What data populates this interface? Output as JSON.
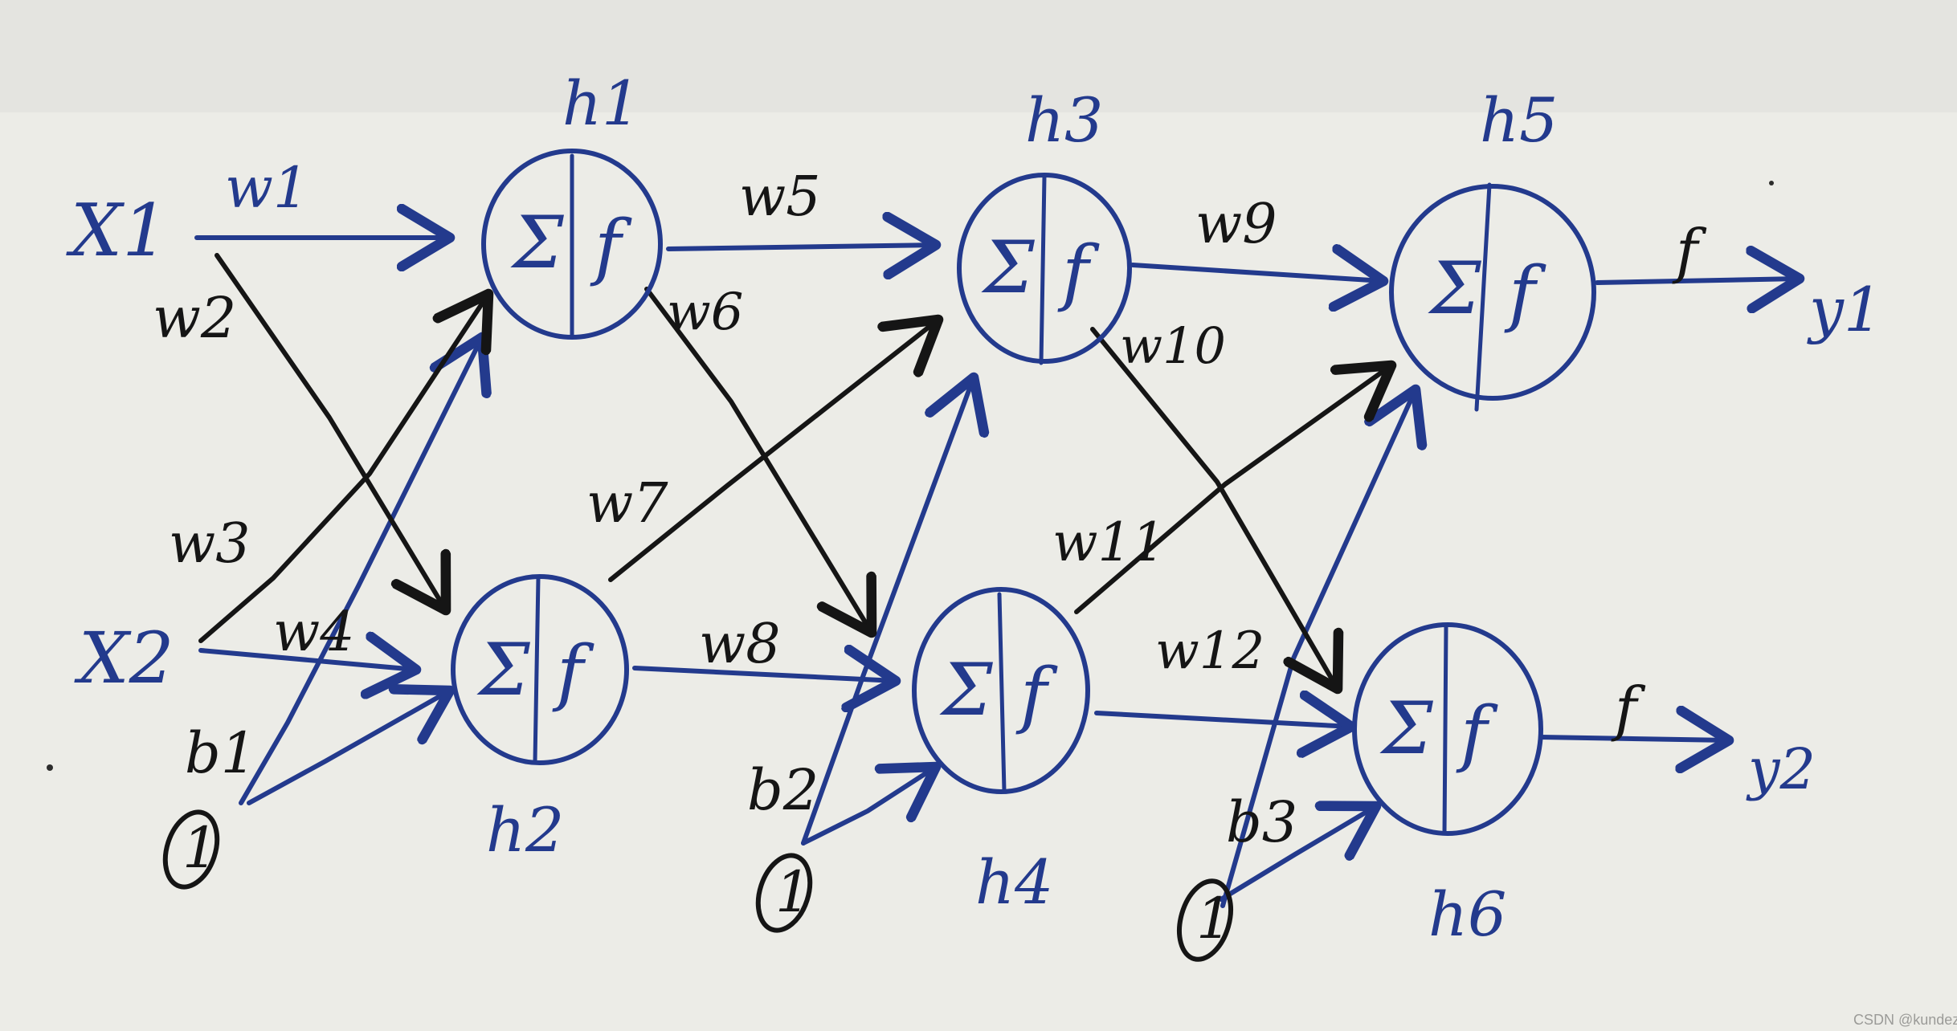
{
  "inputs": {
    "x1": "X1",
    "x2": "X2"
  },
  "bias_inputs": {
    "one1": "1",
    "one2": "1",
    "one3": "1"
  },
  "bias_labels": {
    "b1": "b1",
    "b2": "b2",
    "b3": "b3"
  },
  "nodes": {
    "h1": "h1",
    "h2": "h2",
    "h3": "h3",
    "h4": "h4",
    "h5": "h5",
    "h6": "h6"
  },
  "node_symbols": {
    "sum": "Σ",
    "act": "f"
  },
  "weights": {
    "w1": "w1",
    "w2": "w2",
    "w3": "w3",
    "w4": "w4",
    "w5": "w5",
    "w6": "w6",
    "w7": "w7",
    "w8": "w8",
    "w9": "w9",
    "w10": "w10",
    "w11": "w11",
    "w12": "w12"
  },
  "outputs": {
    "f1": "f",
    "f2": "f",
    "y1": "y1",
    "y2": "y2"
  },
  "watermark": "CSDN @kundezui",
  "colors": {
    "blue_ink": "#233a8d",
    "black_ink": "#151515",
    "paper": "#ecece7"
  }
}
